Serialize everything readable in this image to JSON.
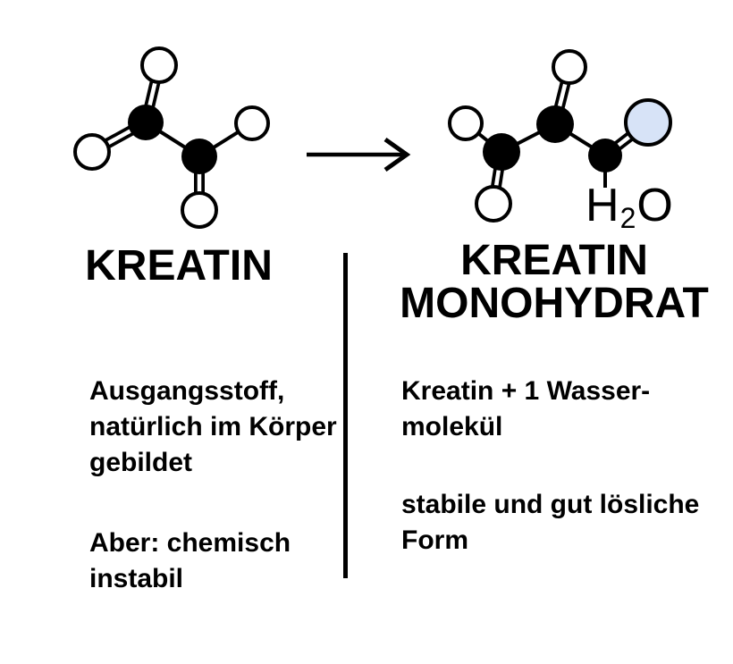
{
  "colors": {
    "background": "#ffffff",
    "ink": "#000000",
    "water_fill": "#d7e3f7"
  },
  "left": {
    "title": "KREATIN",
    "lines_1": [
      "Ausgangsstoff,",
      "natürlich im Körper",
      "gebildet"
    ],
    "lines_2": [
      "Aber: chemisch",
      "instabil"
    ]
  },
  "right": {
    "title_line_1": "KREATIN",
    "title_line_2": "MONOHYDRAT",
    "lines_1": [
      "Kreatin + 1 Wasser-",
      "molekül"
    ],
    "lines_2": [
      "stabile und gut lösliche",
      "Form"
    ]
  },
  "water_label": {
    "h": "H",
    "sub": "2",
    "o": "O"
  }
}
